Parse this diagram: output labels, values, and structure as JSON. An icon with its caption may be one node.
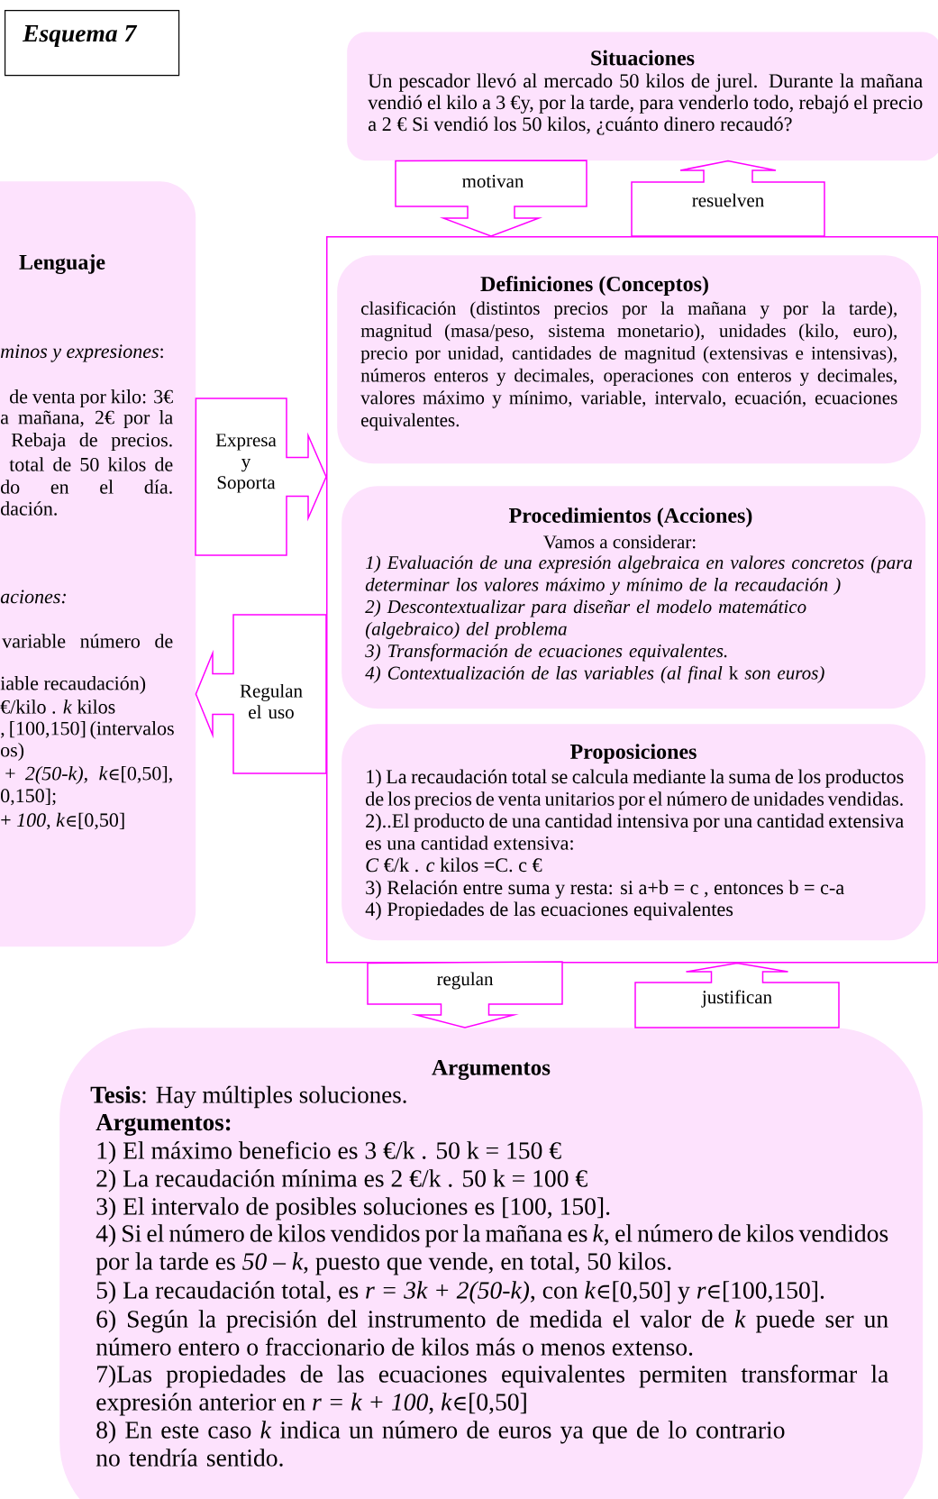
{
  "diagram": {
    "title": "Esquema 7",
    "nodes": [
      {
        "text": [
          "Situaciones",
          "Un pescador llevó al mercado 50 kilos de jurel. Durante la mañana vendió el kilo a 3 €y, por la tarde, para venderlo todo, rebajó el precio a 2 € Si vendió los 50 kilos, ¿cuánto dinero recaudó?"
        ]
      },
      {
        "text": [
          "Lenguaje",
          "*minos y expresiones*:",
          "de venta por kilo: 3€",
          "a mañana, 2€ por la",
          "Rebaja de precios.",
          "total de 50 kilos de",
          "do en el día.",
          "dación.",
          "aciones:",
          "variable número de",
          "iable recaudación)",
          "€/kilo . *k* kilos",
          ", [100,150] (intervalos",
          "os)",
          "+ *2(50-k),* *k*∈[0,50],",
          "0,150];",
          "+ *100*, *k*∈[0,50]"
        ]
      },
      {
        "text": [],
        "shape": "box"
      },
      {
        "text": [
          "Definiciones (Conceptos)",
          "clasificación (distintos precios por la mañana y por la tarde), magnitud (masa/peso, sistema monetario), unidades (kilo, euro), precio por unidad, cantidades de magnitud (extensivas e intensivas), números enteros y decimales, operaciones con enteros y decimales, valores máximo y mínimo, variable, intervalo, ecuación, ecuaciones equivalentes."
        ],
        "in": 2
      },
      {
        "text": [
          "Procedimientos (Acciones)",
          "Vamos a considerar:",
          "1) Evaluación de una expresión algebraica en valores concretos (para determinar los valores máximo y mínimo de la recaudación )",
          "2) Descontextualizar para diseñar el modelo matemático (algebraico) del problema",
          "3) Transformación de ecuaciones equivalentes.",
          "*4) Contextualización de las variables (al final* k *son euros)*"
        ],
        "in": 2
      },
      {
        "text": [
          "Proposiciones",
          "1) La recaudación total se calcula mediante la suma de los productos de los precios de venta unitarios por el número de unidades vendidas.",
          "2)..El producto de una cantidad intensiva por una cantidad extensiva es una cantidad extensiva:",
          "*C* €/k . *c* kilos =C. c €",
          "3) Relación entre suma y resta: si a+b = c , entonces b = c-a",
          "4) Propiedades de las ecuaciones equivalentes"
        ],
        "in": 2
      },
      {
        "text": [
          "Argumentos",
          "**Tesis**: Hay múltiples soluciones.",
          "Argumentos:",
          "1) El máximo beneficio es 3 €/k . 50 k = 150 €",
          "2) La recaudación mínima es 2 €/k . 50 k = 100 €",
          "3) El intervalo de posibles soluciones es [100, 150].",
          "4) Si el número de kilos vendidos por la mañana es *k*, el número de kilos vendidos por la tarde es *50 – k*, puesto que vende, en total, 50 kilos.",
          "5) La recaudación total, es *r = 3k + 2(50-k)*, con *k*∈[0,50] y *r*∈[100,150].",
          "6) Según la precisión del instrumento de medida el valor de *k* puede ser un número entero o fraccionario de kilos más o menos extenso.",
          "7)Las propiedades de las ecuaciones equivalentes permiten transformar la expresión anterior en *r = k + 100*, *k*∈[0,50]",
          "8) En este caso *k* indica un número de euros ya que de lo contrario no tendría sentido."
        ]
      }
    ],
    "edges": [
      {
        "from": 0,
        "to": 2,
        "arrow": "to",
        "label": "motivan"
      },
      {
        "from": 2,
        "to": 0,
        "arrow": "to",
        "label": "resuelven"
      },
      {
        "from": 1,
        "to": 2,
        "arrow": "to",
        "label": "Expresa y Soporta"
      },
      {
        "from": 2,
        "to": 1,
        "arrow": "to",
        "label": "Regulan el uso"
      },
      {
        "from": 2,
        "to": 6,
        "arrow": "to",
        "label": "regulan"
      },
      {
        "from": 6,
        "to": 2,
        "arrow": "to",
        "label": "justifican"
      }
    ]
  }
}
